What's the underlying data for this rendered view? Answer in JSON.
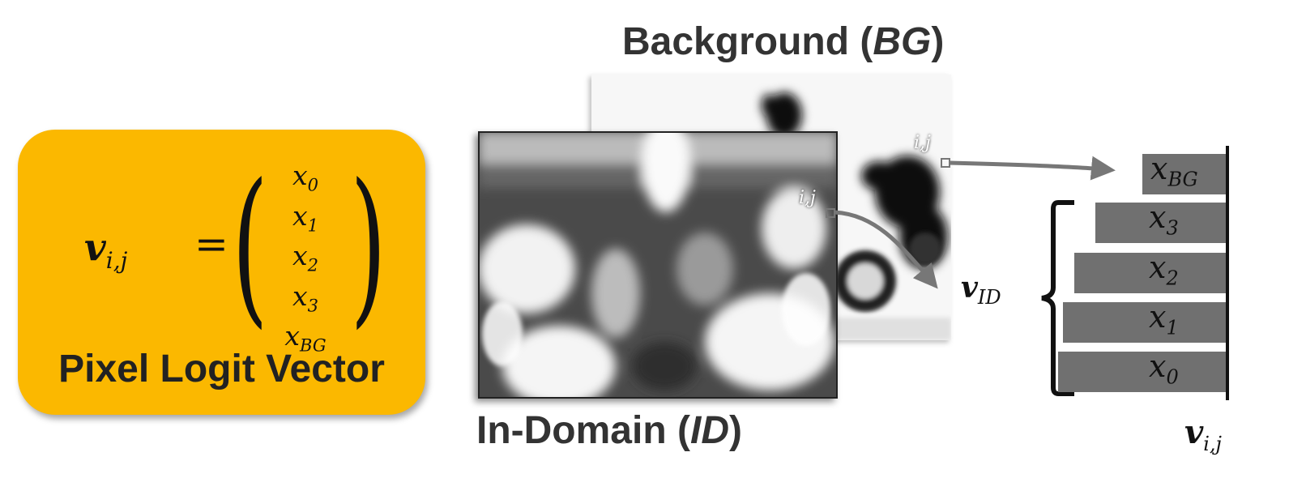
{
  "card": {
    "lhs_symbol": "v",
    "lhs_sub": "i,j",
    "equals": "=",
    "entries": [
      {
        "base": "x",
        "sub": "0"
      },
      {
        "base": "x",
        "sub": "1"
      },
      {
        "base": "x",
        "sub": "2"
      },
      {
        "base": "x",
        "sub": "3"
      },
      {
        "base": "x",
        "sub": "BG"
      }
    ],
    "title": "Pixel Logit Vector"
  },
  "background_heading": {
    "prefix": "Background (",
    "abbr": "BG",
    "suffix": ")"
  },
  "indomain_heading": {
    "prefix": "In-Domain (",
    "abbr": "ID",
    "suffix": ")"
  },
  "pixel_label_bg": "i,j",
  "pixel_label_id": "i,j",
  "vid_label": {
    "base": "v",
    "sub": "ID"
  },
  "bars": [
    {
      "base": "x",
      "sub": "BG"
    },
    {
      "base": "x",
      "sub": "3"
    },
    {
      "base": "x",
      "sub": "2"
    },
    {
      "base": "x",
      "sub": "1"
    },
    {
      "base": "x",
      "sub": "0"
    }
  ],
  "bars_caption": {
    "base": "v",
    "sub": "i,j"
  },
  "colors": {
    "card": "#FBB800",
    "bar": "#707070",
    "arrow": "#777777"
  }
}
